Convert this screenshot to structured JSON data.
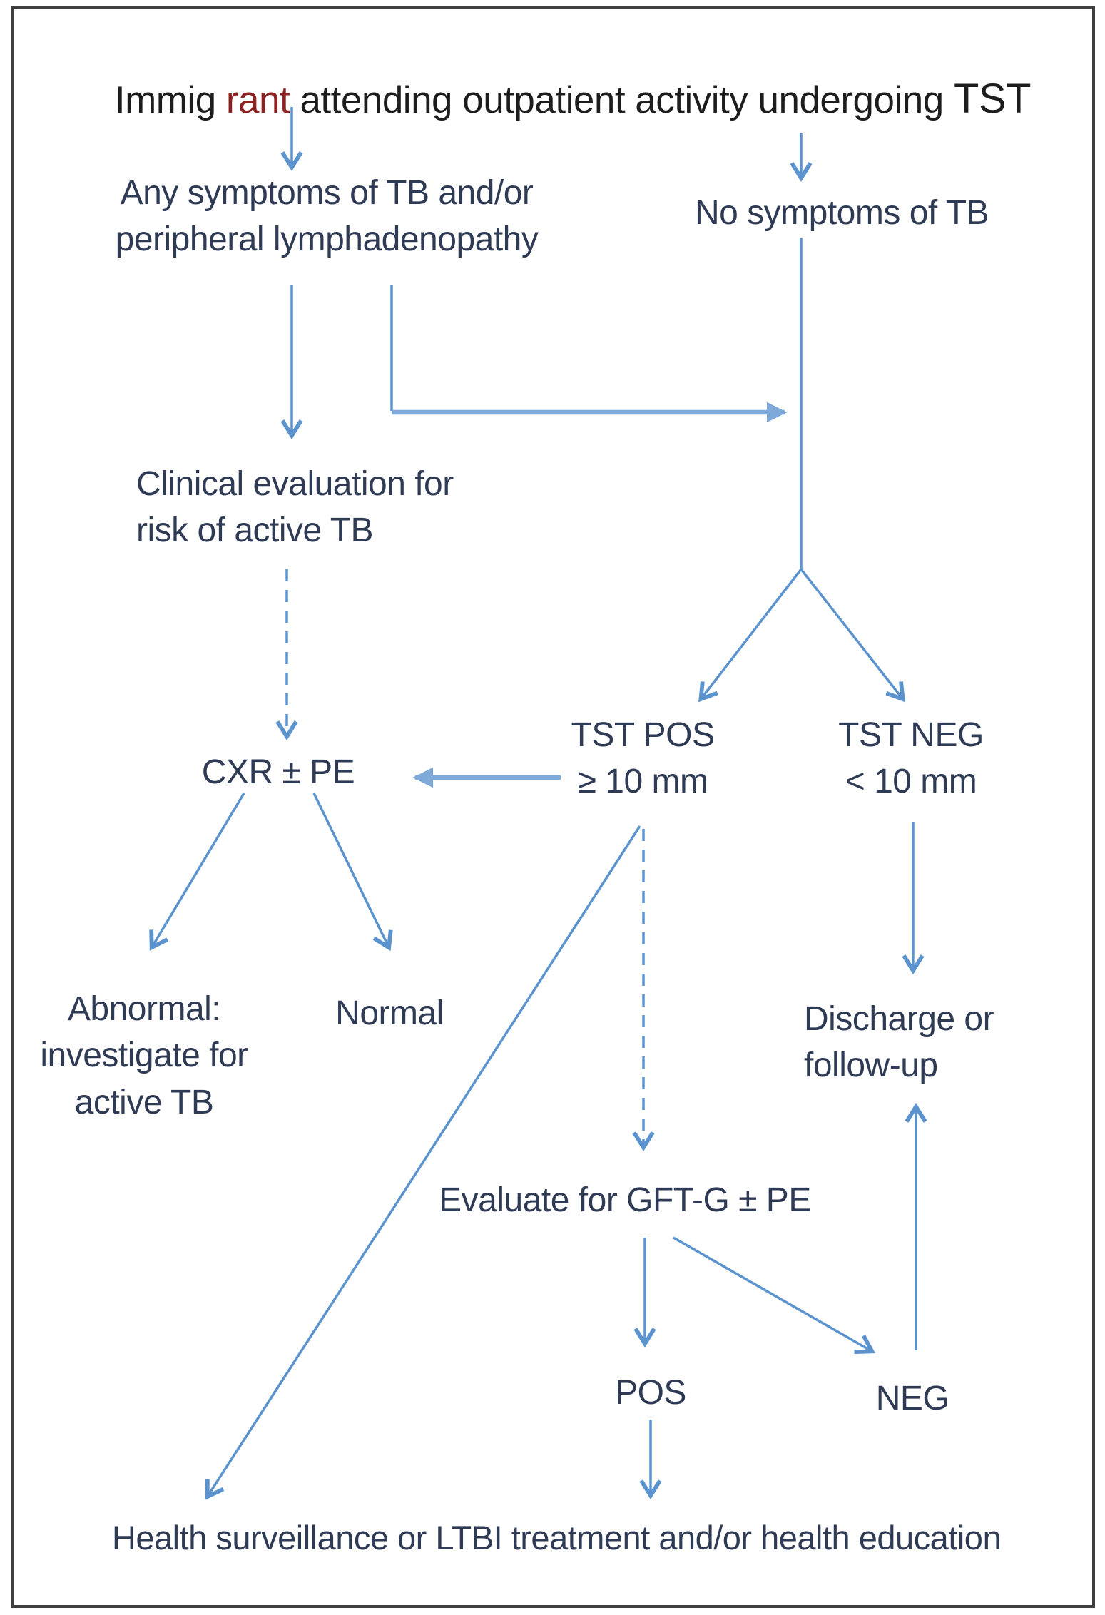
{
  "title": {
    "part1": "Immig",
    "part2": " rant ",
    "part3": "attending outpatient activity undergoing ",
    "part4": "TST"
  },
  "nodes": {
    "any_symptoms": "Any symptoms of TB and/or\nperipheral lymphadenopathy",
    "no_symptoms": "No symptoms of TB",
    "clinical_eval": "Clinical evaluation for\nrisk of active TB",
    "cxr": "CXR ± PE",
    "tst_pos": "TST POS\n≥ 10 mm",
    "tst_neg": "TST NEG\n< 10 mm",
    "abnormal": "Abnormal:\ninvestigate for\nactive TB",
    "normal": "Normal",
    "discharge": "Discharge or\nfollow-up",
    "evaluate": "Evaluate for GFT-G ± PE",
    "pos": "POS",
    "neg": "NEG",
    "outcome": "Health surveillance or LTBI treatment and/or health education"
  },
  "colors": {
    "arrow": "#5b93cf",
    "arrow_thick": "#7fa9d8",
    "text": "#2f3a55",
    "title": "#1d1d1d",
    "title_accent": "#8c2222",
    "border": "#3f3f3f"
  }
}
